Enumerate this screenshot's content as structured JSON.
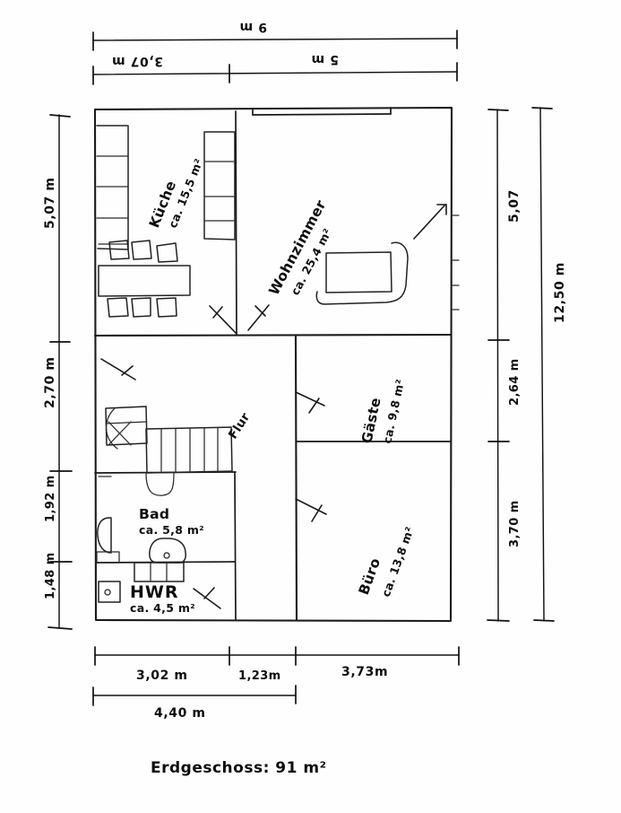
{
  "document": {
    "type": "hand-drawn floor plan",
    "caption": "Erdgeschoss: 91 m²",
    "language": "de"
  },
  "rooms": [
    {
      "id": "kueche",
      "name": "Küche",
      "area_label": "ca. 15,5 m²",
      "area_value": 15.5
    },
    {
      "id": "wohnzimmer",
      "name": "Wohnzimmer",
      "area_label": "ca. 25,4 m²",
      "area_value": 25.4
    },
    {
      "id": "gaeste",
      "name": "Gäste",
      "area_label": "ca. 9,8 m²",
      "area_value": 9.8
    },
    {
      "id": "buero",
      "name": "Büro",
      "area_label": "ca. 13,8 m²",
      "area_value": 13.8
    },
    {
      "id": "bad",
      "name": "Bad",
      "area_label": "ca. 5,8 m²",
      "area_value": 5.8
    },
    {
      "id": "hwr",
      "name": "HWR",
      "area_label": "ca. 4,5 m²",
      "area_value": 4.5
    },
    {
      "id": "flur",
      "name": "Flur",
      "area_label": "",
      "area_value": null
    }
  ],
  "dimensions": {
    "top_outer": [
      {
        "label": "9 m"
      }
    ],
    "top_inner": [
      {
        "label": "3,07 m"
      },
      {
        "label": "5 m"
      }
    ],
    "left": [
      {
        "label": "5,07 m"
      },
      {
        "label": "2,70 m"
      },
      {
        "label": "1,92 m"
      },
      {
        "label": "1,48 m"
      }
    ],
    "right_inner": [
      {
        "label": "5,07"
      },
      {
        "label": "2,64 m"
      },
      {
        "label": "3,70 m"
      }
    ],
    "right_outer": [
      {
        "label": "12,50 m"
      }
    ],
    "bottom_upper": [
      {
        "label": "3,02 m"
      },
      {
        "label": "1,23m"
      },
      {
        "label": "3,73m"
      }
    ],
    "bottom_lower": [
      {
        "label": "4,40 m"
      }
    ]
  },
  "colors": {
    "ink": "#1a1a1a",
    "paper": "#fefefe"
  }
}
